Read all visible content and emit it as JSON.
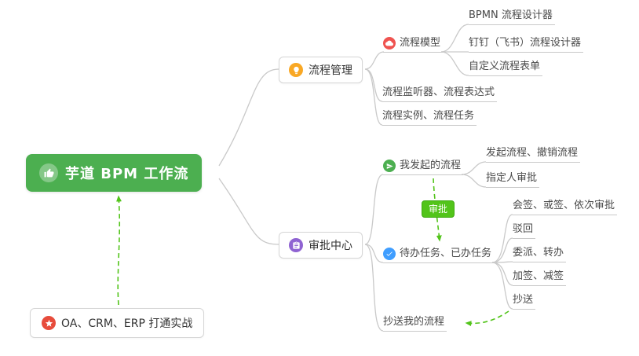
{
  "canvas": {
    "background": "#ffffff",
    "line_color": "#c9c9c9",
    "arrow_color": "#52c41a"
  },
  "root": {
    "label": "芋道 BPM 工作流",
    "bg": "#4caf50",
    "icon": "thumbs-up-icon"
  },
  "practice": {
    "label": "OA、CRM、ERP 打通实战",
    "icon": "star-icon",
    "icon_color": "#e74c3c"
  },
  "summary_badge": {
    "label": "审批",
    "bg": "#52c41a"
  },
  "process_management": {
    "label": "流程管理",
    "icon": "lightbulb-icon",
    "icon_color": "#f9a825",
    "process_model": {
      "label": "流程模型",
      "icon": "cloud-icon",
      "icon_color": "#ef5350"
    },
    "bpmn_designer": {
      "label": "BPMN 流程设计器"
    },
    "dingtalk_designer": {
      "label": "钉钉（飞书）流程设计器"
    },
    "custom_form": {
      "label": "自定义流程表单"
    },
    "listener_expression": {
      "label": "流程监听器、流程表达式"
    },
    "instance_task": {
      "label": "流程实例、流程任务"
    }
  },
  "approval_center": {
    "label": "审批中心",
    "icon": "clipboard-icon",
    "icon_color": "#8f63d2",
    "my_initiated": {
      "label": "我发起的流程",
      "icon": "send-icon",
      "icon_color": "#4caf50"
    },
    "initiate_cancel": {
      "label": "发起流程、撤销流程"
    },
    "assignee_approval": {
      "label": "指定人审批"
    },
    "todo_done": {
      "label": "待办任务、已办任务",
      "icon": "check-icon",
      "icon_color": "#409eff"
    },
    "countersign_modes": {
      "label": "会签、或签、依次审批"
    },
    "reject": {
      "label": "驳回"
    },
    "delegate_transfer": {
      "label": "委派、转办"
    },
    "add_reduce_sign": {
      "label": "加签、减签"
    },
    "cc": {
      "label": "抄送"
    },
    "cc_my_process": {
      "label": "抄送我的流程"
    }
  }
}
